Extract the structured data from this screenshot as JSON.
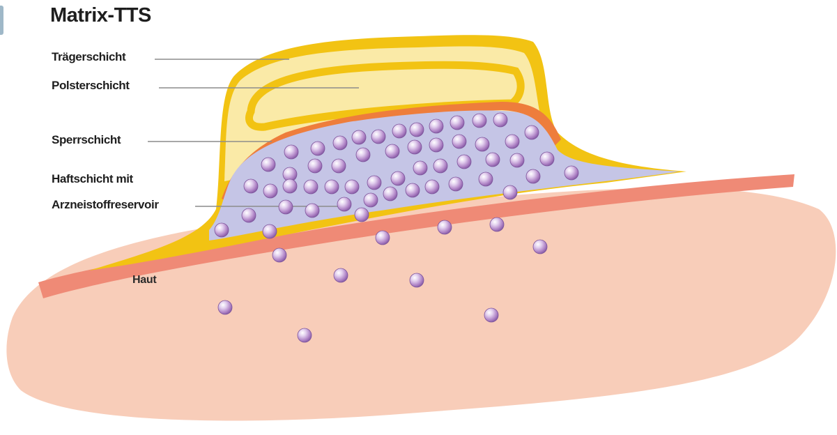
{
  "title": "Matrix-TTS",
  "labels": {
    "traegerschicht": "Trägerschicht",
    "polsterschicht": "Polsterschicht",
    "sperrschicht": "Sperrschicht",
    "haftschicht_line1": "Haftschicht mit",
    "haftschicht_line2": "Arzneistoffreservoir",
    "haut": "Haut"
  },
  "colors": {
    "skin": "#f8cdb9",
    "skin_outer": "#ef8a76",
    "backing": "#f2c313",
    "cushion": "#faeaa7",
    "barrier": "#ee7d3c",
    "matrix": "#c5c5e6",
    "drug_particle": "#b48bc9",
    "leader_line": "#8c8c8c"
  },
  "icons": {
    "drug_particle": "purple-sphere"
  }
}
